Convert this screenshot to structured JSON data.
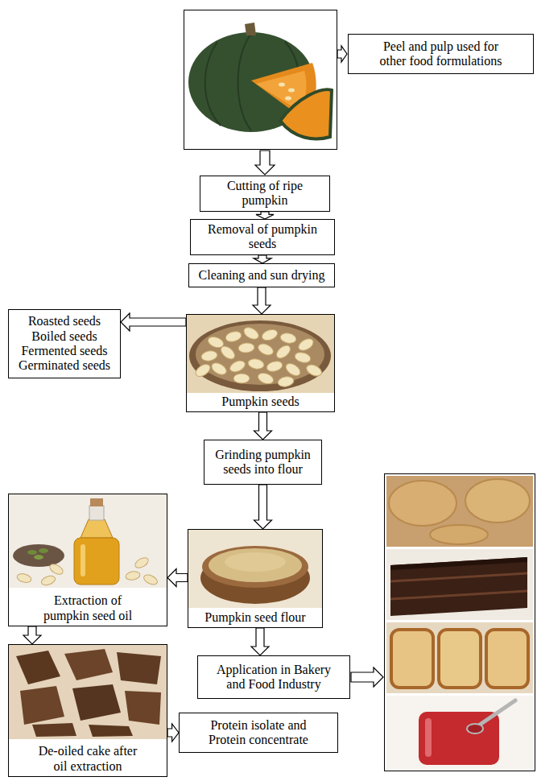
{
  "diagram": {
    "nodes": [
      {
        "text": [
          "Peel and pulp used for other food formulations"
        ]
      },
      {
        "text": [
          "Cutting of ripe pumpkin"
        ]
      },
      {
        "text": [
          "Removal of pumpkin seeds"
        ]
      },
      {
        "text": [
          "Cleaning and sun drying"
        ]
      },
      {
        "text": [
          "Roasted seeds Boiled seeds Fermented seeds Germinated seeds"
        ]
      },
      {
        "text": [
          "Pumpkin seeds"
        ]
      },
      {
        "text": [
          "Grinding pumpkin seeds into flour"
        ]
      },
      {
        "text": [
          "Extraction of pumpkin seed oil"
        ]
      },
      {
        "text": [
          "Pumpkin seed flour"
        ]
      },
      {
        "text": [
          "De-oiled cake after oil extraction"
        ]
      },
      {
        "text": [
          "Application in Bakery and Food Industry"
        ]
      },
      {
        "text": [
          "Protein isolate and Protein concentrate"
        ]
      }
    ],
    "edges": [
      {
        "from": 1,
        "to": 2,
        "arrow": "to"
      },
      {
        "from": 2,
        "to": 3,
        "arrow": "to"
      },
      {
        "from": 3,
        "to": 5,
        "arrow": "to"
      },
      {
        "from": 5,
        "to": 4,
        "arrow": "to"
      },
      {
        "from": 5,
        "to": 6,
        "arrow": "to"
      },
      {
        "from": 6,
        "to": 8,
        "arrow": "to"
      },
      {
        "from": 8,
        "to": 7,
        "arrow": "to"
      },
      {
        "from": 7,
        "to": 9,
        "arrow": "to"
      },
      {
        "from": 9,
        "to": 11,
        "arrow": "to"
      },
      {
        "from": 8,
        "to": 10,
        "arrow": "to"
      }
    ]
  }
}
